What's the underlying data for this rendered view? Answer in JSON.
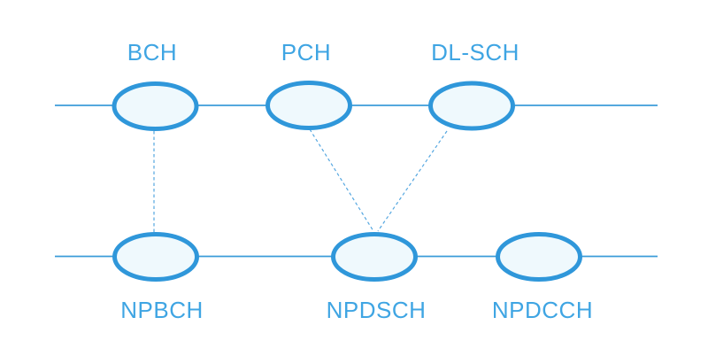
{
  "colors": {
    "node_stroke": "#2f97da",
    "node_fill": "#eff9fd",
    "label_text": "#3fa5e3",
    "solid_line": "#3b9bd9",
    "dashed_line": "#55a7e0"
  },
  "nodes": [
    {
      "id": "bch",
      "label": "BCH",
      "row": "top"
    },
    {
      "id": "pch",
      "label": "PCH",
      "row": "top"
    },
    {
      "id": "dl-sch",
      "label": "DL-SCH",
      "row": "top"
    },
    {
      "id": "npbch",
      "label": "NPBCH",
      "row": "bottom"
    },
    {
      "id": "npdsch",
      "label": "NPDSCH",
      "row": "bottom"
    },
    {
      "id": "npdcch",
      "label": "NPDCCH",
      "row": "bottom"
    }
  ],
  "edges": [
    {
      "from": "BCH",
      "to": "NPBCH",
      "style": "dashed"
    },
    {
      "from": "PCH",
      "to": "NPDSCH",
      "style": "dashed"
    },
    {
      "from": "DL-SCH",
      "to": "NPDSCH",
      "style": "dashed"
    }
  ]
}
